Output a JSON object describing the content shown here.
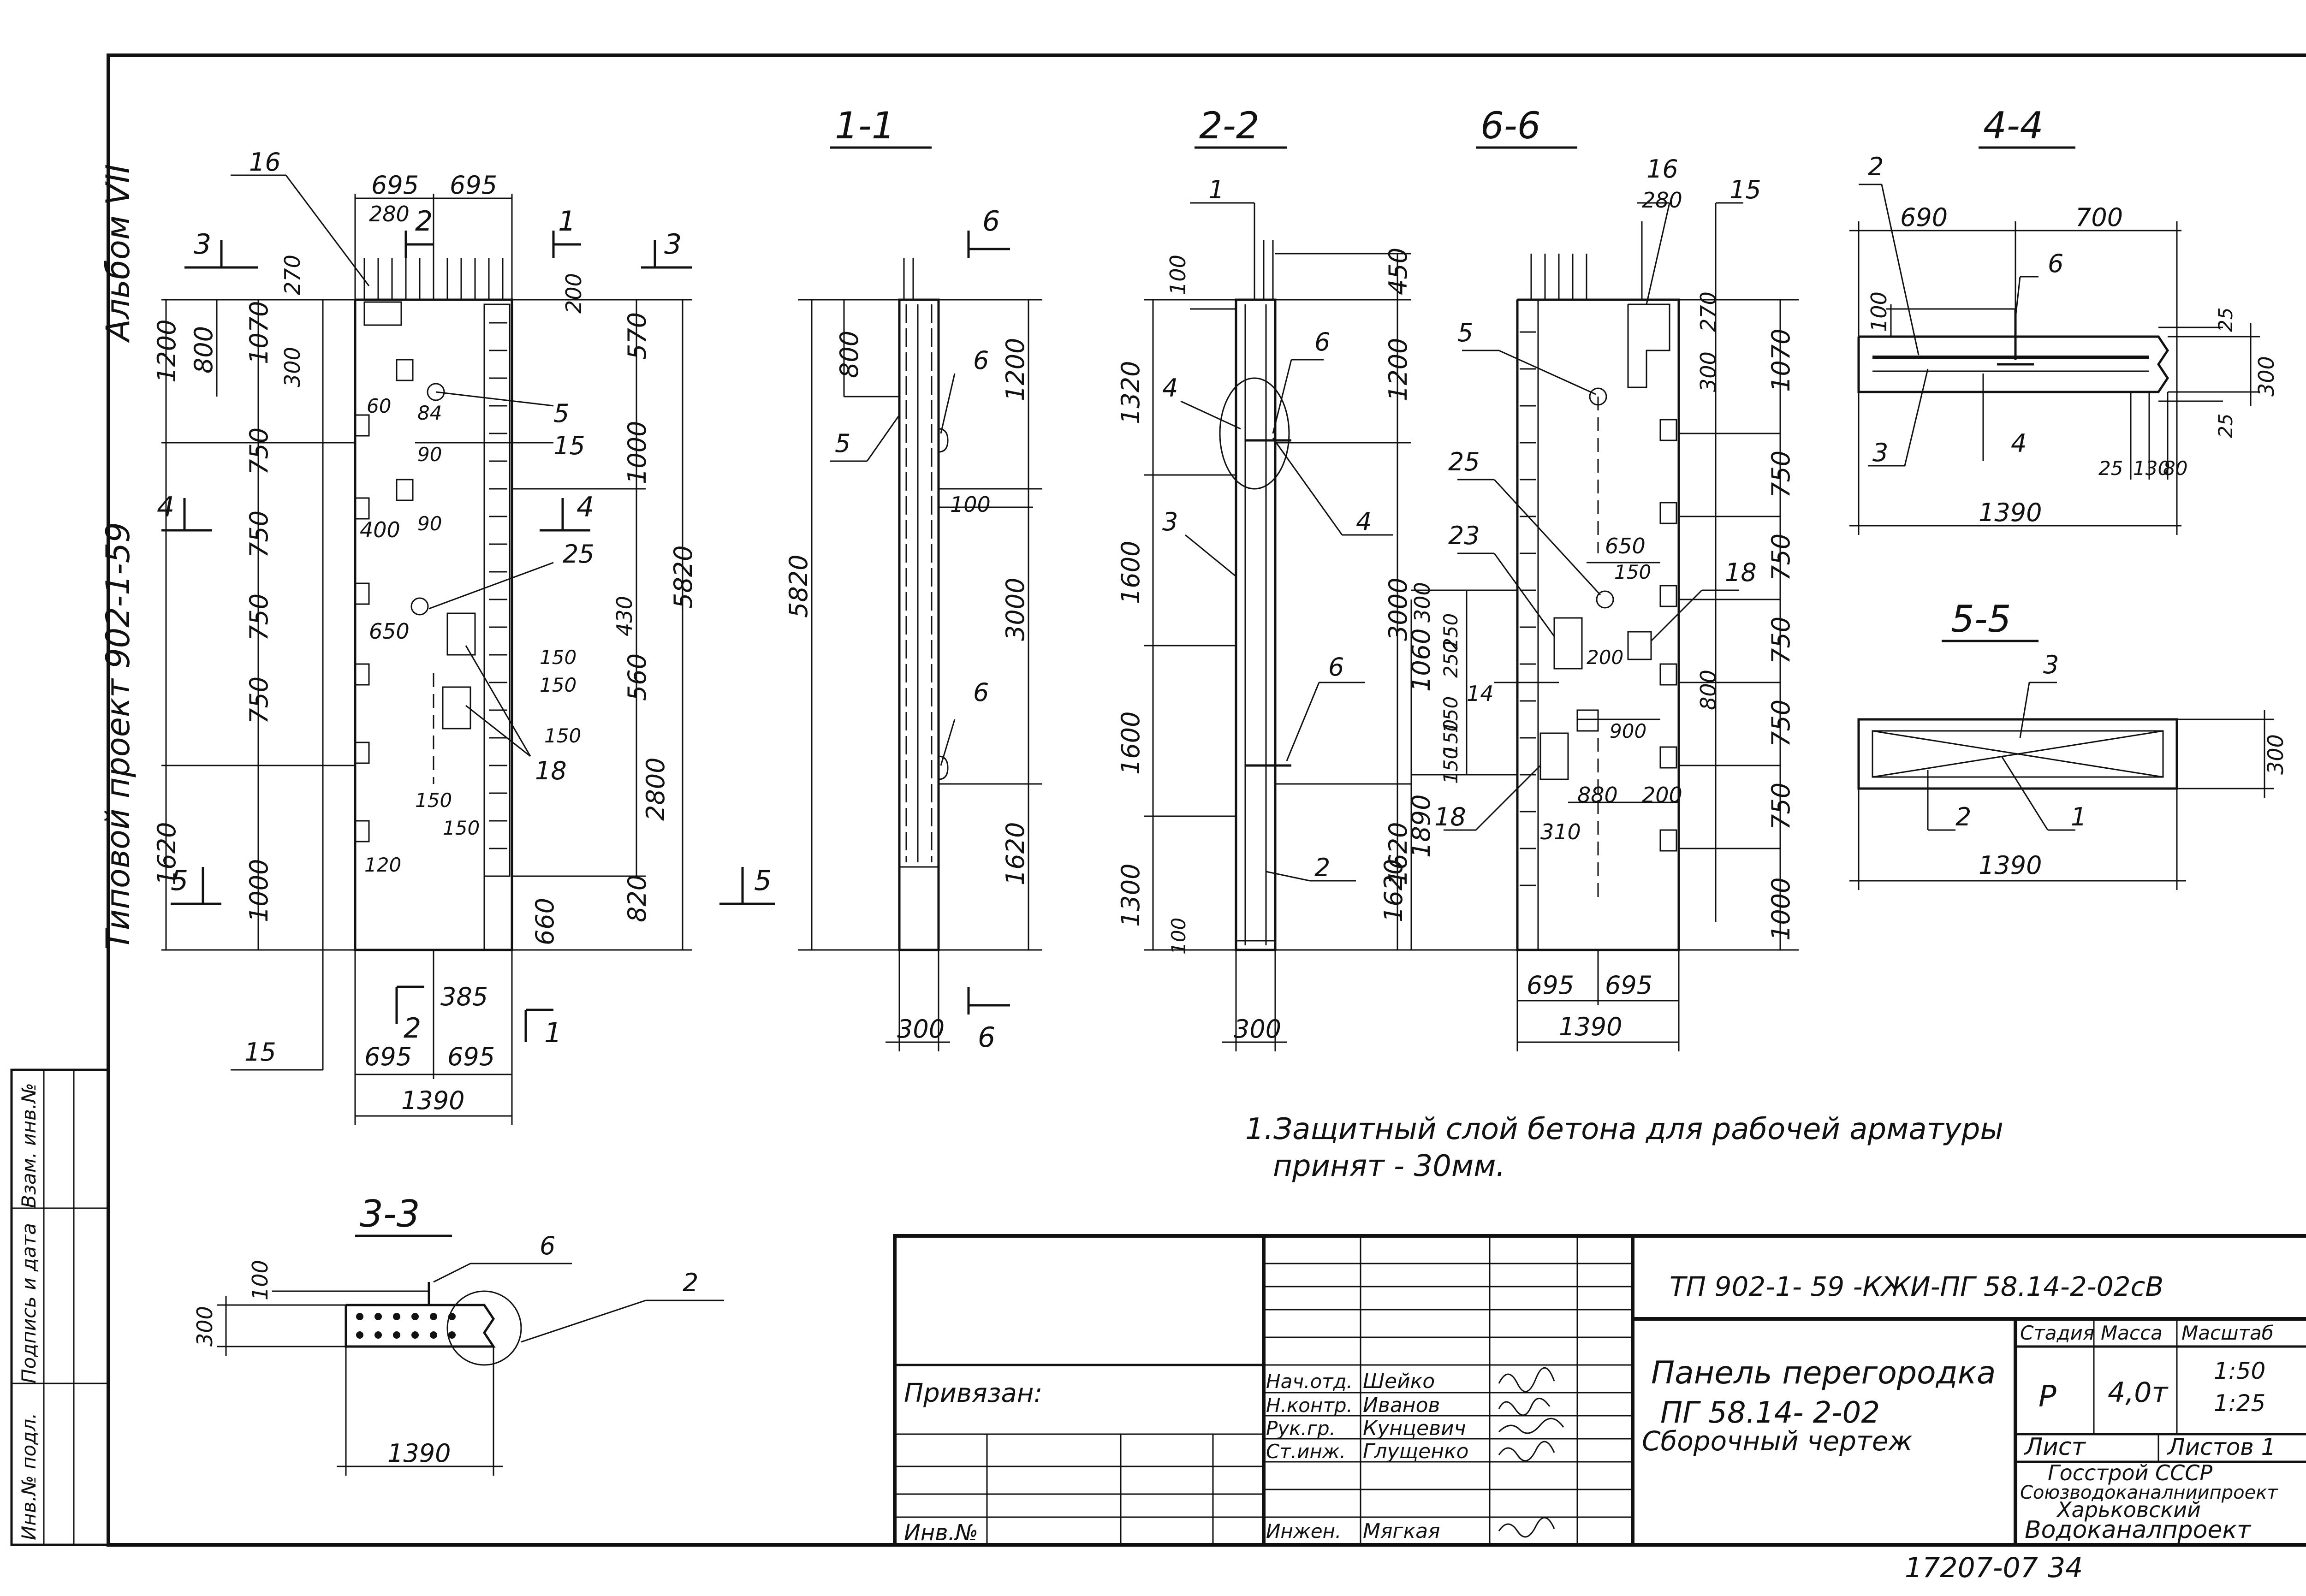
{
  "side_stamp": {
    "album": "Альбом VII",
    "project": "Типовой проект 902-1-59"
  },
  "left_strip": {
    "col1": "Инв.№ подл.",
    "col2": "Подпись и дата",
    "col3": "Взам. инв.№"
  },
  "sections": {
    "s11": "1-1",
    "s22": "2-2",
    "s66": "6-6",
    "s44": "4-4",
    "s55": "5-5",
    "s33": "3-3"
  },
  "elevation": {
    "top_dims": [
      "695",
      "695"
    ],
    "d280": "280",
    "left_dims": [
      "1200",
      "800",
      "1070",
      "300",
      "270",
      "750",
      "750",
      "750",
      "750",
      "1620",
      "1000"
    ],
    "right_dims": [
      "200",
      "570",
      "1000",
      "5820",
      "430",
      "560",
      "2800",
      "820",
      "660"
    ],
    "inner_dims": [
      "60",
      "84",
      "90",
      "90",
      "400",
      "650",
      "150",
      "150",
      "150",
      "150",
      "120",
      "150"
    ],
    "bottom_dims": [
      "385",
      "695",
      "695",
      "1390"
    ],
    "labels": [
      "16",
      "5",
      "15",
      "25",
      "18",
      "15"
    ],
    "cut_marks": [
      "1",
      "2",
      "3",
      "3",
      "4",
      "4",
      "5",
      "5",
      "1",
      "2"
    ]
  },
  "sec11": {
    "dims": [
      "800",
      "1200",
      "100",
      "3000",
      "1620",
      "5820",
      "300"
    ],
    "labels": [
      "5",
      "6",
      "6",
      "6",
      "6"
    ]
  },
  "sec22": {
    "dims": [
      "100",
      "1320",
      "1600",
      "1600",
      "1300",
      "100",
      "450",
      "1200",
      "3000",
      "1620",
      "300"
    ],
    "labels": [
      "1",
      "4",
      "6",
      "4",
      "3",
      "6",
      "2"
    ]
  },
  "sec66": {
    "dims": [
      "280",
      "270",
      "1070",
      "300",
      "750",
      "750",
      "750",
      "750",
      "800",
      "750",
      "1000",
      "1060",
      "300",
      "250",
      "250",
      "150",
      "150",
      "150",
      "1890",
      "1620",
      "650",
      "150",
      "200",
      "900",
      "880",
      "200",
      "310",
      "695",
      "695",
      "1390"
    ],
    "labels": [
      "16",
      "15",
      "5",
      "25",
      "23",
      "18",
      "14",
      "18"
    ]
  },
  "sec44": {
    "dims": [
      "690",
      "700",
      "100",
      "25",
      "300",
      "25",
      "25",
      "130",
      "80",
      "1390"
    ],
    "labels": [
      "2",
      "6",
      "3",
      "4"
    ]
  },
  "sec55": {
    "dims": [
      "300",
      "1390"
    ],
    "labels": [
      "3",
      "2",
      "1"
    ]
  },
  "sec33": {
    "dims": [
      "100",
      "300",
      "1390"
    ],
    "labels": [
      "6",
      "2"
    ]
  },
  "note": {
    "line1": "1.Защитный слой бетона для рабочей арматуры",
    "line2": "принят - 30мм."
  },
  "title_block": {
    "code": "ТП 902-1- 59 -КЖИ-ПГ 58.14-2-02сВ",
    "bound": "Привязан:",
    "inv": "Инв.№",
    "name1": "Панель перегородка",
    "name2": "ПГ 58.14- 2-02",
    "name3": "Сборочный чертеж",
    "stage_h": "Стадия",
    "mass_h": "Масса",
    "scale_h": "Масштаб",
    "stage": "Р",
    "mass": "4,0т",
    "scale1": "1:50",
    "scale2": "1:25",
    "sheet": "Лист",
    "sheets": "Листов 1",
    "org1": "Госстрой СССР",
    "org2": "Союзводоканалниипроект",
    "org3": "Харьковский",
    "org4": "Водоканалпроект",
    "signers": [
      {
        "role": "Нач.отд.",
        "name": "Шейко"
      },
      {
        "role": "Н.контр.",
        "name": "Иванов"
      },
      {
        "role": "Рук.гр.",
        "name": "Кунцевич"
      },
      {
        "role": "Ст.инж.",
        "name": "Глущенко"
      },
      {
        "role": "Инжен.",
        "name": "Мягкая"
      }
    ],
    "footer_num": "17207-07",
    "footer_sheet": "34"
  }
}
